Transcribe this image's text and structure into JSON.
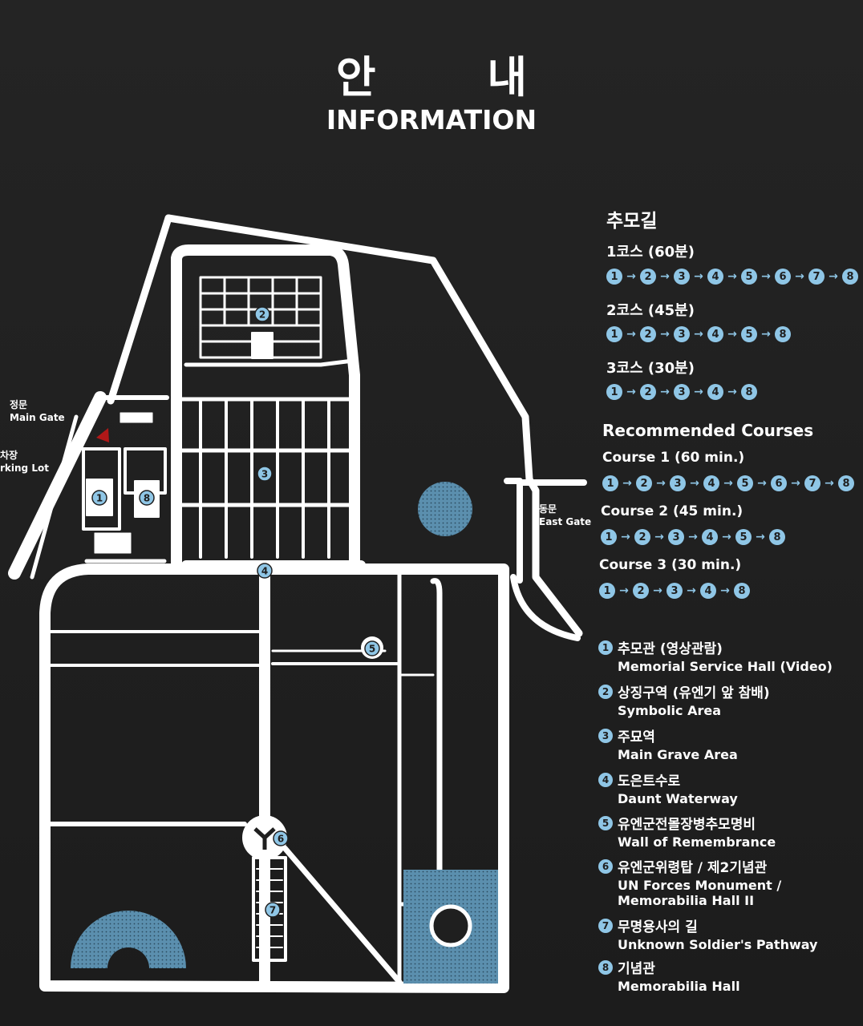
{
  "title": {
    "ko": "안 내",
    "en": "INFORMATION"
  },
  "courses_ko": {
    "heading": "추모길",
    "items": [
      {
        "label": "1코스 (60분)",
        "stops": [
          "1",
          "2",
          "3",
          "4",
          "5",
          "6",
          "7",
          "8"
        ]
      },
      {
        "label": "2코스 (45분)",
        "stops": [
          "1",
          "2",
          "3",
          "4",
          "5",
          "8"
        ]
      },
      {
        "label": "3코스 (30분)",
        "stops": [
          "1",
          "2",
          "3",
          "4",
          "8"
        ]
      }
    ]
  },
  "courses_en": {
    "heading": "Recommended Courses",
    "items": [
      {
        "label": "Course 1 (60 min.)",
        "stops": [
          "1",
          "2",
          "3",
          "4",
          "5",
          "6",
          "7",
          "8"
        ]
      },
      {
        "label": "Course 2 (45 min.)",
        "stops": [
          "1",
          "2",
          "3",
          "4",
          "5",
          "8"
        ]
      },
      {
        "label": "Course 3 (30 min.)",
        "stops": [
          "1",
          "2",
          "3",
          "4",
          "8"
        ]
      }
    ]
  },
  "legend": [
    {
      "num": "1",
      "ko": "추모관 (영상관람)",
      "en": "Memorial Service Hall (Video)"
    },
    {
      "num": "2",
      "ko": "상징구역 (유엔기 앞 참배)",
      "en": "Symbolic Area"
    },
    {
      "num": "3",
      "ko": "주묘역",
      "en": "Main Grave Area"
    },
    {
      "num": "4",
      "ko": "도은트수로",
      "en": "Daunt Waterway"
    },
    {
      "num": "5",
      "ko": "유엔군전몰장병추모명비",
      "en": "Wall of Remembrance"
    },
    {
      "num": "6",
      "ko": "유엔군위령탑 / 제2기념관",
      "en": "UN Forces Monument / Memorabilia Hall II"
    },
    {
      "num": "7",
      "ko": "무명용사의 길",
      "en": "Unknown Soldier's Pathway"
    },
    {
      "num": "8",
      "ko": "기념관",
      "en": "Memorabilia Hall"
    }
  ],
  "gates": {
    "main_ko": "정문",
    "main_en": "Main Gate",
    "parking_ko": "차장",
    "parking_en": "rking Lot",
    "east_ko": "동문",
    "east_en": "East Gate"
  },
  "map_markers": [
    "1",
    "8",
    "2",
    "3",
    "4",
    "5",
    "6",
    "7"
  ],
  "colors": {
    "background": "#1f1f1f",
    "line": "#ffffff",
    "water": "#5b8fae",
    "marker": "#8fc6e6",
    "entrance": "#b01818"
  }
}
